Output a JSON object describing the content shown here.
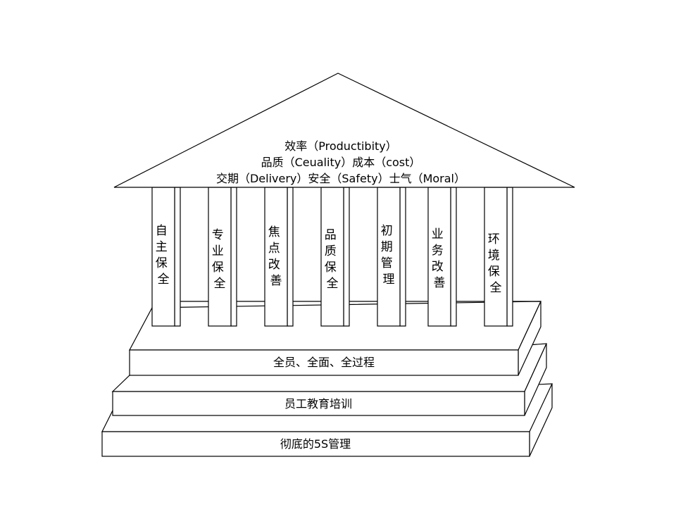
{
  "roof": {
    "lines": [
      "效率（Productibity）",
      "品质（Ceuality）成本（cost）",
      "交期（Delivery）安全（Safety）士气（Moral）"
    ]
  },
  "pillars": [
    {
      "label": "自主保全"
    },
    {
      "label": "专业保全"
    },
    {
      "label": "焦点改善"
    },
    {
      "label": "品质保全"
    },
    {
      "label": "初期管理"
    },
    {
      "label": "业务改善"
    },
    {
      "label": "环境保全"
    }
  ],
  "steps": [
    {
      "label": "全员、全面、全过程"
    },
    {
      "label": "员工教育培训"
    },
    {
      "label": "彻底的5S管理"
    }
  ]
}
